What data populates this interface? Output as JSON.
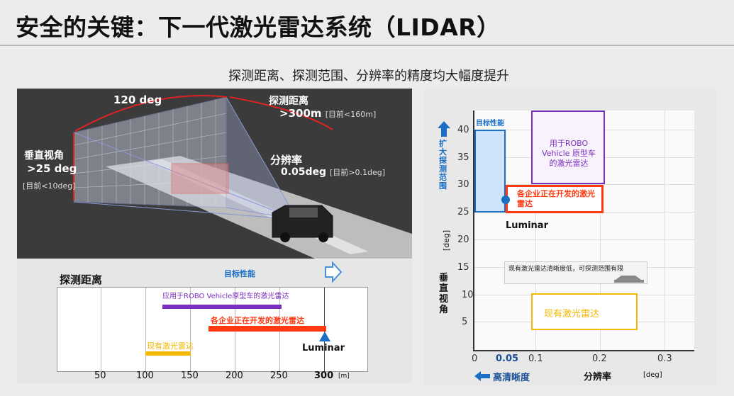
{
  "title": "安全的关键：下一代激光雷达系统（LIDAR）",
  "subtitle": "探测距离、探测范围、分辨率的精度均大幅度提升",
  "scene": {
    "fov_h": "120 deg",
    "range_label": "探测距离",
    "range_value": ">300m",
    "range_now": "[目前<160m]",
    "vfov_label": "垂直视角",
    "vfov_value": ">25 deg",
    "vfov_now": "[目前<10deg]",
    "res_label": "分辨率",
    "res_value": "0.05deg",
    "res_now": "[目前>0.1deg]"
  },
  "range_chart": {
    "title": "探测距离",
    "target_label": "目标性能",
    "robo_label": "应用于ROBO Vehicle原型车的激光雷达",
    "dev_label": "各企业正在开发的激光雷达",
    "existing_label": "现有激光雷达",
    "luminar": "Luminar",
    "ticks": [
      "50",
      "100",
      "150",
      "200",
      "250",
      "300"
    ],
    "unit": "[m]"
  },
  "res_chart": {
    "target_label": "目标性能",
    "robo_label": "用于ROBO Vehicle 原型车的激光雷达",
    "dev_label": "各企业正在开发的激光雷达",
    "luminar": "Luminar",
    "existing_note": "现有激光雷达清晰度低，可探测范围有限",
    "existing_label": "现有激光雷达",
    "y_arrow_label": "扩大探测范围",
    "y_unit": "[deg]",
    "y_label": "垂直视角",
    "x_arrow_label": "高清晰度",
    "x_label": "分辨率",
    "x_unit": "[deg]",
    "y_ticks": [
      "40",
      "35",
      "30",
      "25",
      "20",
      "15",
      "10",
      "5"
    ],
    "x_ticks": [
      "0",
      "0.05",
      "0.1",
      "0.2",
      "0.3"
    ]
  },
  "colors": {
    "purple": "#7b2fbe",
    "red": "#ff3a12",
    "yellow": "#f5b800",
    "blue": "#1a6fc4"
  }
}
